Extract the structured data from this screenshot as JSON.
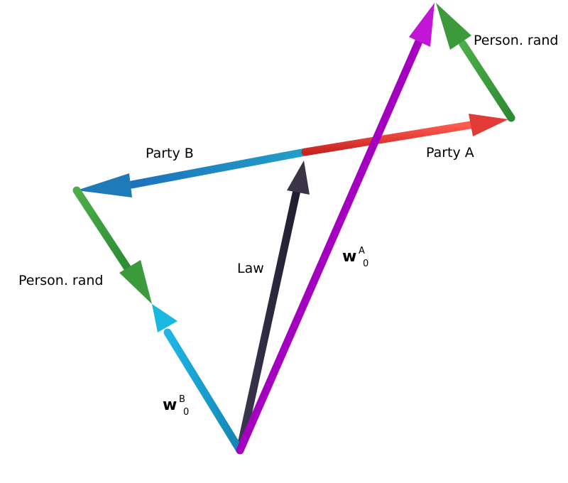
{
  "labels": {
    "person_rand_top": "Person. rand",
    "party_a": "Party A",
    "party_b": "Party B",
    "person_rand_left": "Person. rand",
    "law": "Law",
    "w0a": {
      "symbol": "w",
      "sup": "A",
      "sub": "0"
    },
    "w0b": {
      "symbol": "w",
      "sup": "B",
      "sub": "0"
    }
  },
  "colors": {
    "w0a": "#b000c8",
    "w0b": "#1a9fd0",
    "law": "#2e2a40",
    "party_a": "#e0302e",
    "party_b": "#1d6fb8",
    "person_rand": "#3a9a3c"
  }
}
